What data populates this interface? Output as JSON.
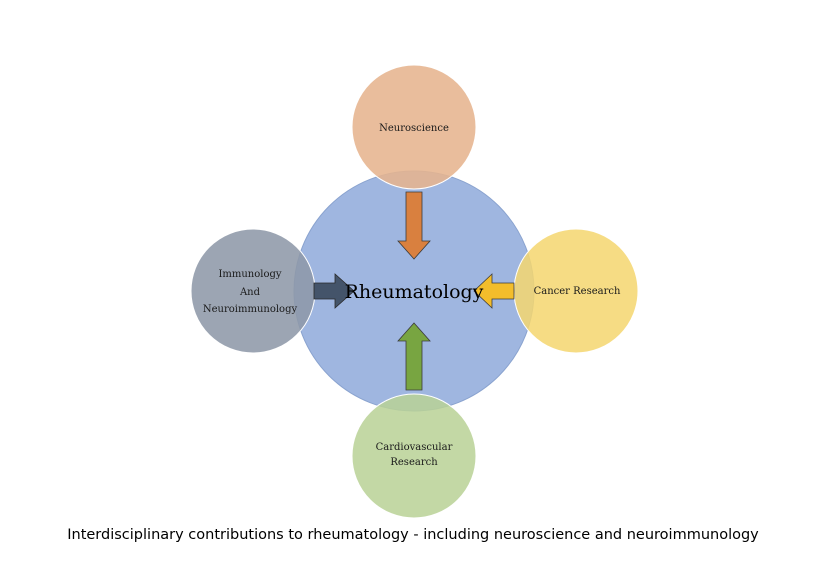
{
  "diagram": {
    "center": {
      "label": "Rheumatology",
      "color": "#9fb6e0"
    },
    "nodes": {
      "top": {
        "label": "Neuroscience",
        "color": "#e6b48e",
        "arrow_color": "#d9803f"
      },
      "left": {
        "label_lines": [
          "Immunology",
          "And",
          "Neuroimmunology"
        ],
        "color": "#8e98a8",
        "arrow_color": "#44546a"
      },
      "right": {
        "label": "Cancer Research",
        "color": "#f5d670",
        "arrow_color": "#f3bd2b"
      },
      "bottom": {
        "label_lines": [
          "Cardiovascular",
          "Research"
        ],
        "color": "#b9d296",
        "arrow_color": "#78a541"
      }
    }
  },
  "caption": "Interdisciplinary contributions to rheumatology - including neuroscience and neuroimmunology"
}
